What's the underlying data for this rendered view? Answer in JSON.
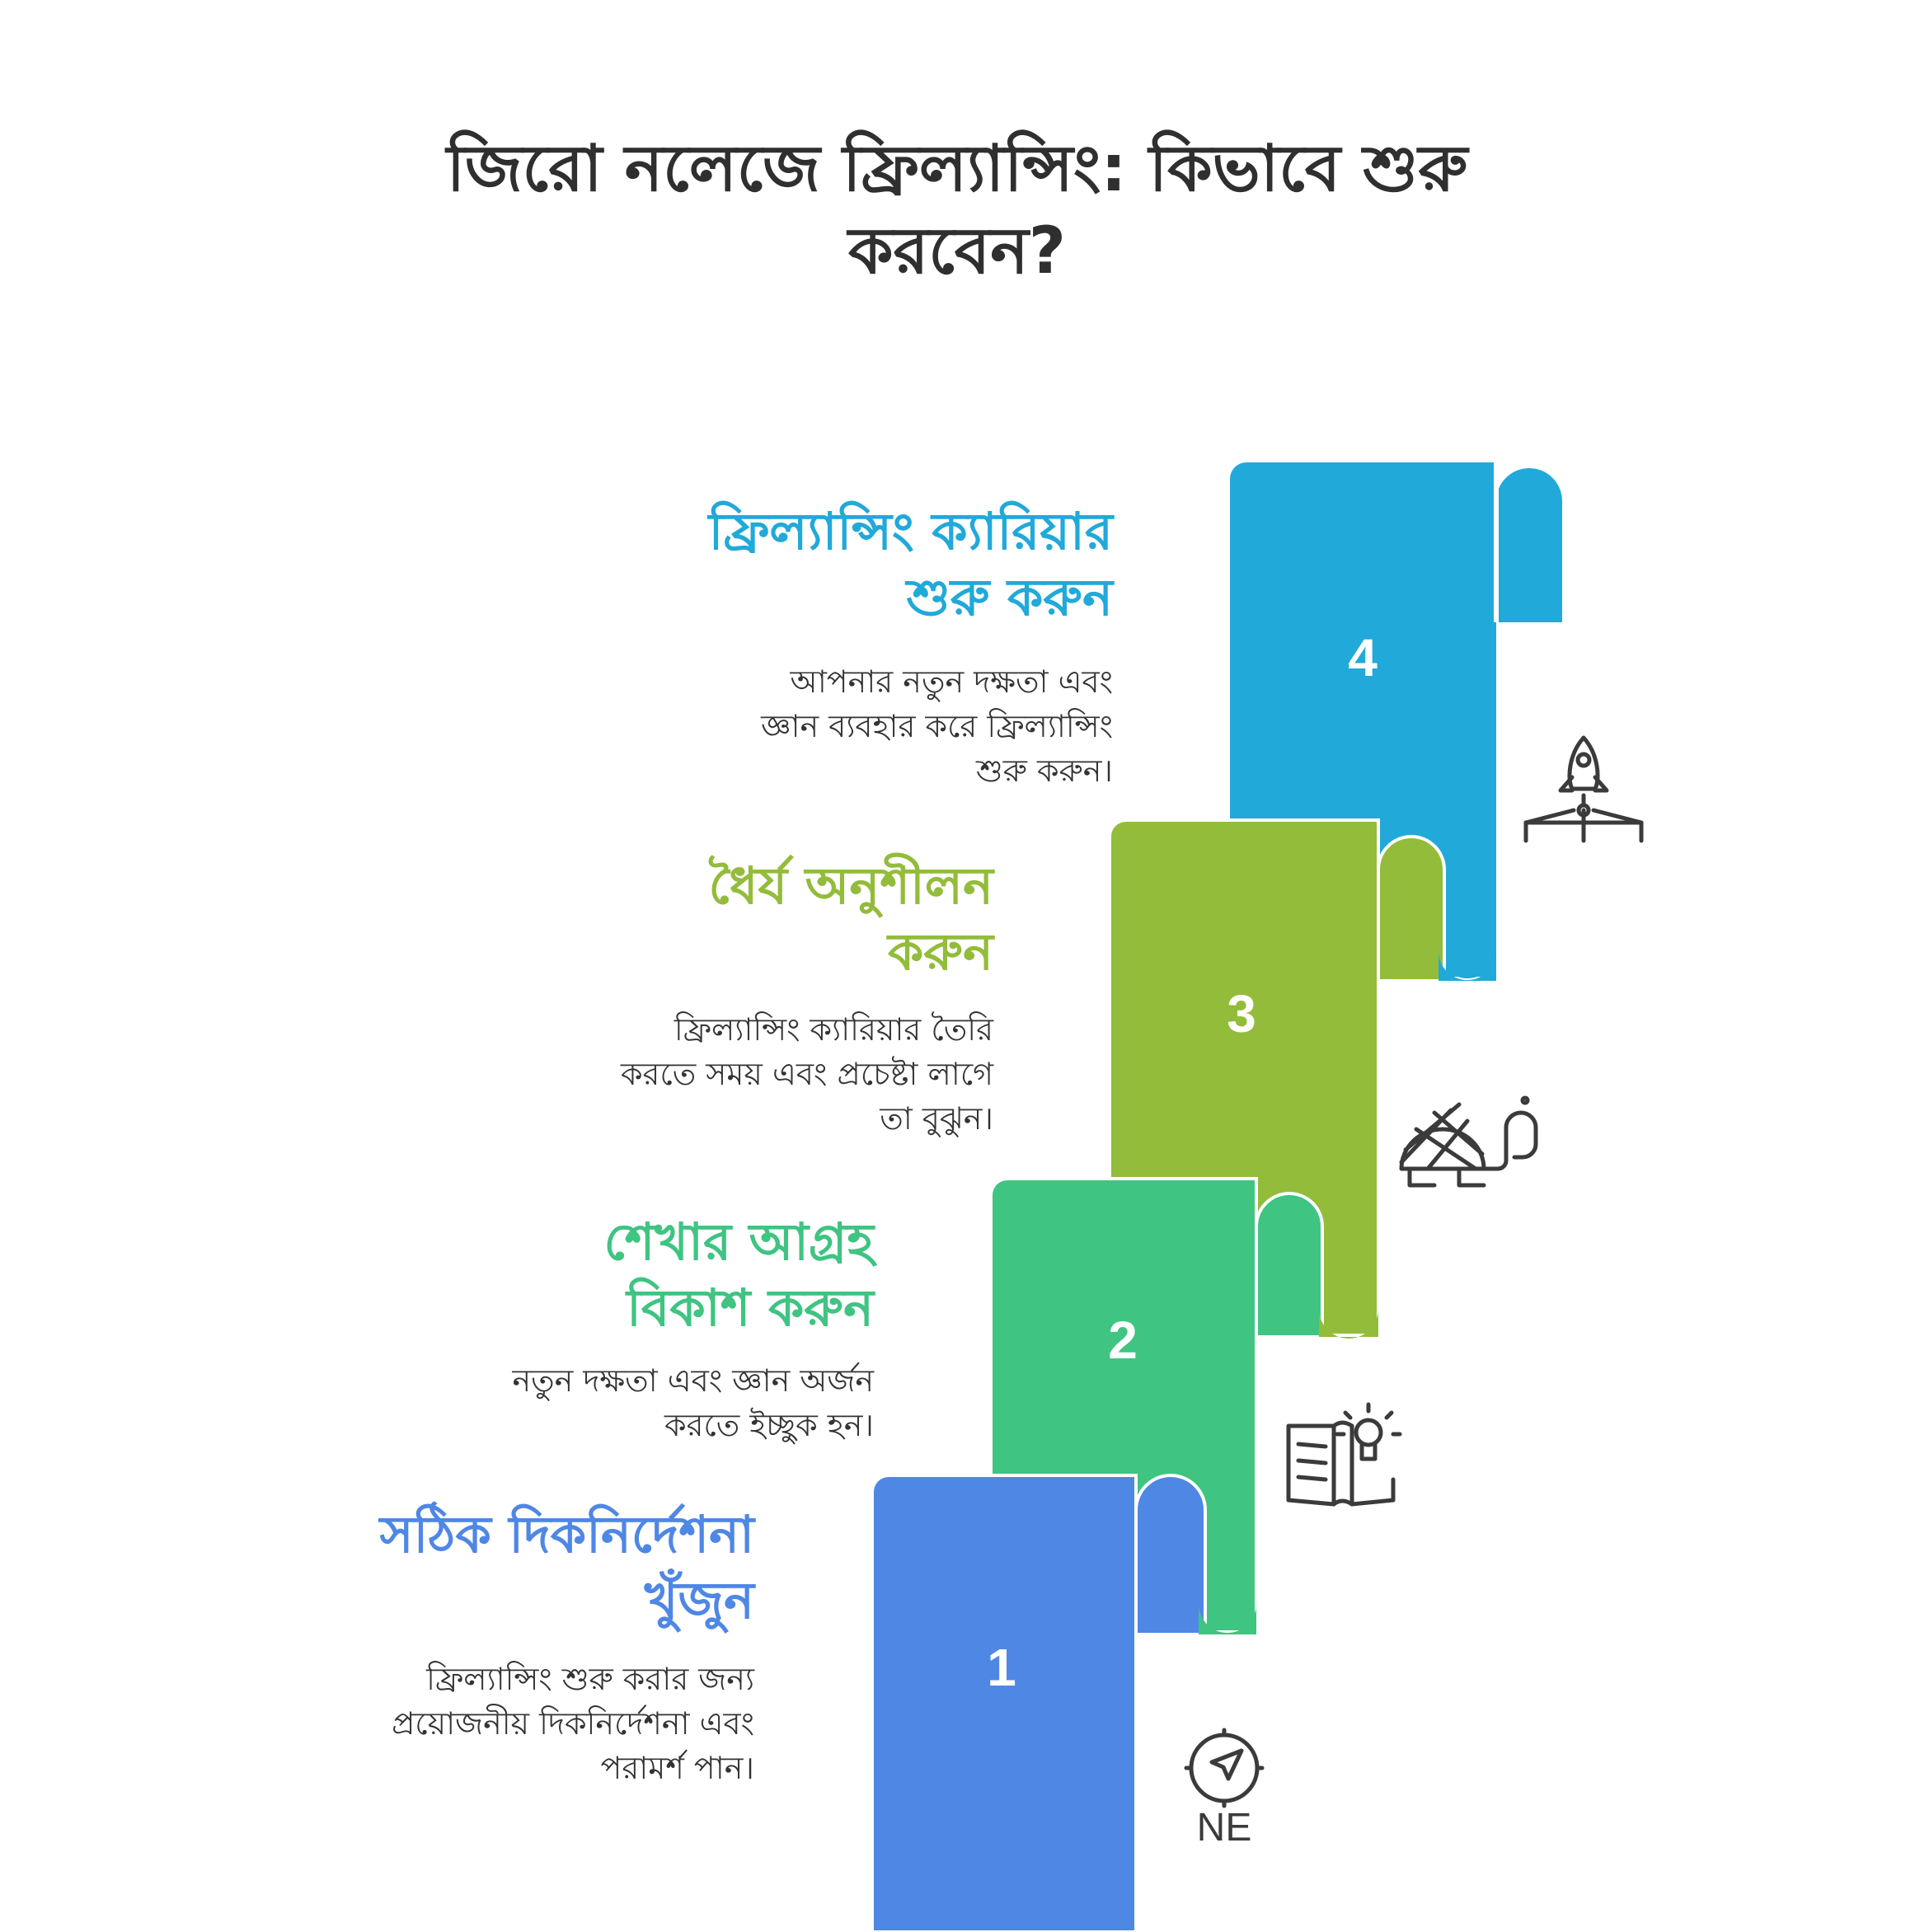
{
  "title": {
    "line1": "জিরো নলেজে ফ্রিল্যান্সিং: কিভাবে শুরু",
    "line2": "করবেন?"
  },
  "steps": [
    {
      "number": "1",
      "title_lines": [
        "সঠিক দিকনির্দেশনা",
        "খুঁজুন"
      ],
      "desc_lines": [
        "ফ্রিল্যান্সিং শুরু করার জন্য",
        "প্রয়োজনীয় দিকনির্দেশনা এবং",
        "পরামর্শ পান।"
      ],
      "icon": "compass-icon",
      "icon_label": "NE",
      "color": "#4f87e5"
    },
    {
      "number": "2",
      "title_lines": [
        "শেখার আগ্রহ",
        "বিকাশ করুন"
      ],
      "desc_lines": [
        "নতুন দক্ষতা এবং জ্ঞান অর্জন",
        "করতে ইচ্ছুক হন।"
      ],
      "icon": "book-lightbulb-icon",
      "color": "#3fc482"
    },
    {
      "number": "3",
      "title_lines": [
        "ধৈর্য অনুশীলন",
        "করুন"
      ],
      "desc_lines": [
        "ফ্রিল্যান্সিং ক্যারিয়ার তৈরি",
        "করতে সময় এবং প্রচেষ্টা লাগে",
        "তা বুঝুন।"
      ],
      "icon": "turtle-icon",
      "color": "#93bc3b"
    },
    {
      "number": "4",
      "title_lines": [
        "ফ্রিল্যান্সিং ক্যারিয়ার",
        "শুরু করুন"
      ],
      "desc_lines": [
        "আপনার নতুন দক্ষতা এবং",
        "জ্ঞান ব্যবহার করে ফ্রিল্যান্সিং",
        "শুরু করুন।"
      ],
      "icon": "rocket-icon",
      "color": "#21a9d9"
    }
  ]
}
